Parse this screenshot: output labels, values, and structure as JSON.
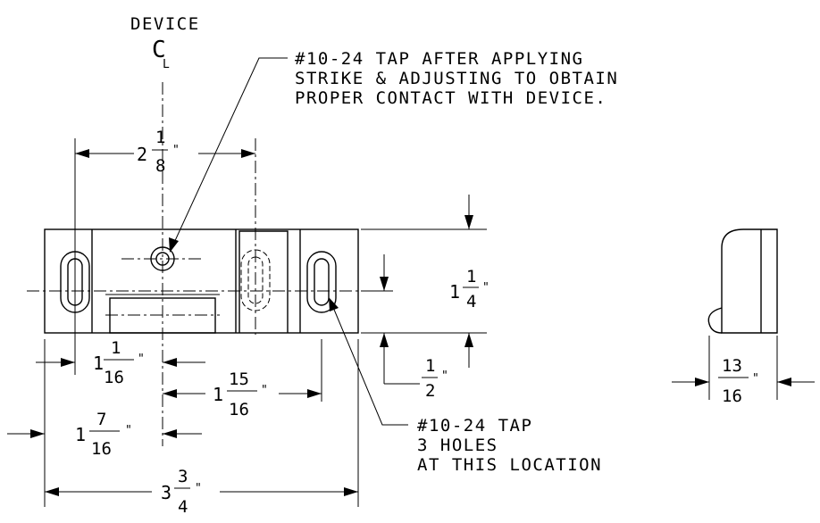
{
  "labels": {
    "device": "DEVICE",
    "centerline": "C",
    "centerline_sub": "L",
    "note_top": [
      "#10-24 TAP AFTER APPLYING",
      "STRIKE & ADJUSTING TO OBTAIN",
      "PROPER CONTACT WITH DEVICE."
    ],
    "note_bottom": [
      "#10-24 TAP",
      "3 HOLES",
      "AT THIS LOCATION"
    ]
  },
  "dimensions": {
    "top_width": {
      "whole": "2",
      "num": "1",
      "den": "8",
      "unit": "\""
    },
    "height": {
      "whole": "1",
      "num": "1",
      "den": "4",
      "unit": "\""
    },
    "half": {
      "whole": "",
      "num": "1",
      "den": "2",
      "unit": "\""
    },
    "left_hole": {
      "whole": "1",
      "num": "1",
      "den": "16",
      "unit": "\""
    },
    "right_hole": {
      "whole": "1",
      "num": "15",
      "den": "16",
      "unit": "\""
    },
    "center_left": {
      "whole": "1",
      "num": "7",
      "den": "16",
      "unit": "\""
    },
    "overall": {
      "whole": "3",
      "num": "3",
      "den": "4",
      "unit": "\""
    },
    "side_depth": {
      "whole": "",
      "num": "13",
      "den": "16",
      "unit": "\""
    }
  }
}
